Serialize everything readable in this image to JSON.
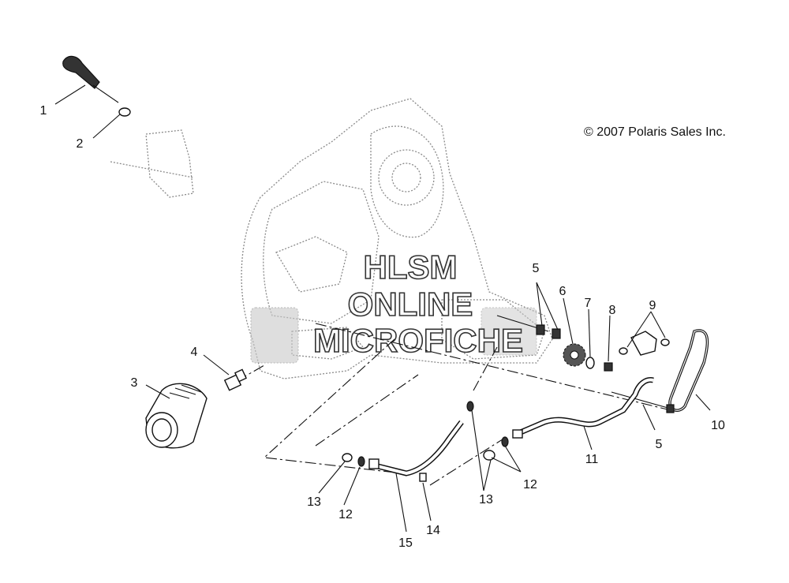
{
  "copyright": "© 2007 Polaris Sales Inc.",
  "watermark": {
    "line1": "HLSM",
    "line2": "ONLINE",
    "line3": "MICROFICHE"
  },
  "callouts": [
    {
      "id": "c1",
      "text": "1"
    },
    {
      "id": "c2",
      "text": "2"
    },
    {
      "id": "c3",
      "text": "3"
    },
    {
      "id": "c4",
      "text": "4"
    },
    {
      "id": "c5a",
      "text": "5"
    },
    {
      "id": "c5b",
      "text": "5"
    },
    {
      "id": "c6",
      "text": "6"
    },
    {
      "id": "c7",
      "text": "7"
    },
    {
      "id": "c8",
      "text": "8"
    },
    {
      "id": "c9",
      "text": "9"
    },
    {
      "id": "c10",
      "text": "10"
    },
    {
      "id": "c11",
      "text": "11"
    },
    {
      "id": "c12a",
      "text": "12"
    },
    {
      "id": "c12b",
      "text": "12"
    },
    {
      "id": "c13a",
      "text": "13"
    },
    {
      "id": "c13b",
      "text": "13"
    },
    {
      "id": "c14",
      "text": "14"
    },
    {
      "id": "c15",
      "text": "15"
    }
  ]
}
